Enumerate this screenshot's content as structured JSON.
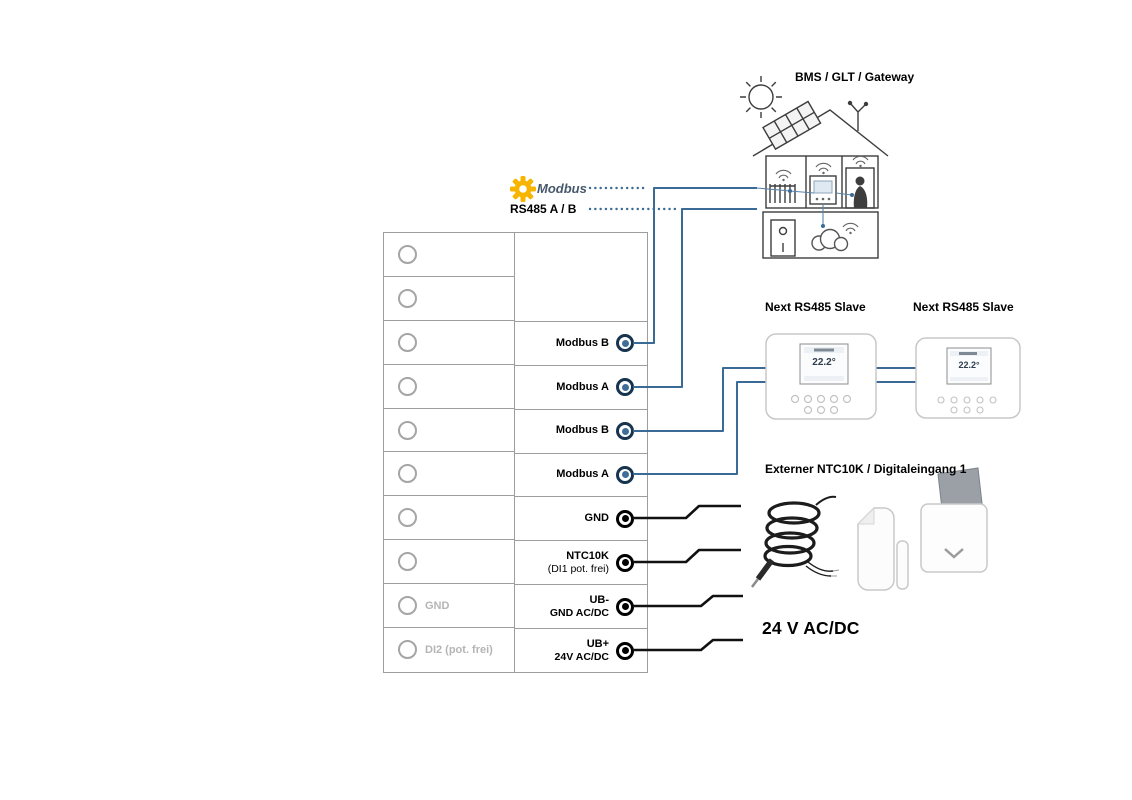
{
  "diagram": {
    "bms_label": "BMS / GLT / Gateway",
    "modbus_logo_text": "Modbus",
    "rs485_label": "RS485 A / B",
    "slave1_label": "Next RS485 Slave",
    "slave2_label": "Next RS485 Slave",
    "externer_label": "Externer NTC10K / Digitaleingang 1",
    "supply_label": "24 V AC/DC"
  },
  "terminal_block": {
    "left_rows": [
      {
        "label": ""
      },
      {
        "label": ""
      },
      {
        "label": ""
      },
      {
        "label": ""
      },
      {
        "label": ""
      },
      {
        "label": ""
      },
      {
        "label": ""
      },
      {
        "label": ""
      },
      {
        "label": "GND"
      },
      {
        "label": "DI2 (pot. frei)"
      }
    ],
    "right_rows": [
      {
        "label": "Modbus B"
      },
      {
        "label": "Modbus A"
      },
      {
        "label": "Modbus B"
      },
      {
        "label": "Modbus A"
      },
      {
        "label": "GND"
      },
      {
        "label": "NTC10K",
        "sub": "(DI1 pot. frei)"
      },
      {
        "label": "UB-",
        "sub": "GND AC/DC"
      },
      {
        "label": "UB+",
        "sub": "24V AC/DC"
      }
    ]
  },
  "devices": {
    "slave1": {
      "screen_temp": "22.2°"
    },
    "slave2": {
      "screen_temp": "22.2°"
    }
  },
  "colors": {
    "bus_blue": "#3a6a96",
    "modbus_yellow": "#f7b500",
    "wire_black": "#111111"
  }
}
